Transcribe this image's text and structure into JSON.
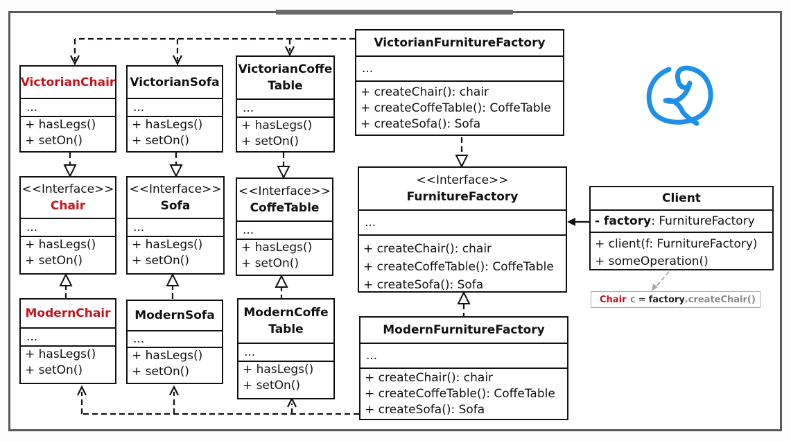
{
  "classes": {
    "victorian_chair": {
      "name": "VictorianChair",
      "attrs": "...",
      "ops": [
        "+ hasLegs()",
        "+ setOn()"
      ]
    },
    "victorian_sofa": {
      "name": "VictorianSofa",
      "attrs": "...",
      "ops": [
        "+ hasLegs()",
        "+ setOn()"
      ]
    },
    "victorian_coffe_table": {
      "name1": "VictorianCoffe",
      "name2": "Table",
      "attrs": "...",
      "ops": [
        "+ hasLegs()",
        "+ setOn()"
      ]
    },
    "chair": {
      "stereotype": "<<Interface>>",
      "name": "Chair",
      "attrs": "...",
      "ops": [
        "+ hasLegs()",
        "+ setOn()"
      ]
    },
    "sofa": {
      "stereotype": "<<Interface>>",
      "name": "Sofa",
      "attrs": "...",
      "ops": [
        "+ hasLegs()",
        "+ setOn()"
      ]
    },
    "coffe_table": {
      "stereotype": "<<Interface>>",
      "name": "CoffeTable",
      "attrs": "...",
      "ops": [
        "+ hasLegs()",
        "+ setOn()"
      ]
    },
    "modern_chair": {
      "name": "ModernChair",
      "attrs": "...",
      "ops": [
        "+ hasLegs()",
        "+ setOn()"
      ]
    },
    "modern_sofa": {
      "name": "ModernSofa",
      "attrs": "...",
      "ops": [
        "+ hasLegs()",
        "+ setOn()"
      ]
    },
    "modern_coffe_table": {
      "name1": "ModernCoffe",
      "name2": "Table",
      "attrs": "...",
      "ops": [
        "+ hasLegs()",
        "+ setOn()"
      ]
    },
    "victorian_factory": {
      "name": "VictorianFurnitureFactory",
      "attrs": "...",
      "ops": [
        "+ createChair(): chair",
        "+ createCoffeTable(): CoffeTable",
        "+ createSofa(): Sofa"
      ]
    },
    "furniture_factory": {
      "stereotype": "<<Interface>>",
      "name": "FurnitureFactory",
      "attrs": "...",
      "ops": [
        "+ createChair(): chair",
        "+ createCoffeTable(): CoffeTable",
        "+ createSofa(): Sofa"
      ]
    },
    "modern_factory": {
      "name": "ModernFurnitureFactory",
      "attrs": "...",
      "ops": [
        "+ createChair(): chair",
        "+ createCoffeTable(): CoffeTable",
        "+ createSofa(): Sofa"
      ]
    },
    "client": {
      "name": "Client",
      "attr_bold": "- factory",
      "attr_rest": ": FurnitureFactory",
      "ops": [
        "+ client(f: FurnitureFactory)",
        "+ someOperation()"
      ]
    }
  },
  "note": {
    "type": "Chair",
    "var": "c =",
    "obj": "factory",
    "call": ".createChair()"
  },
  "colors": {
    "highlight": "#c0141c",
    "scribble": "#1e90e8"
  }
}
